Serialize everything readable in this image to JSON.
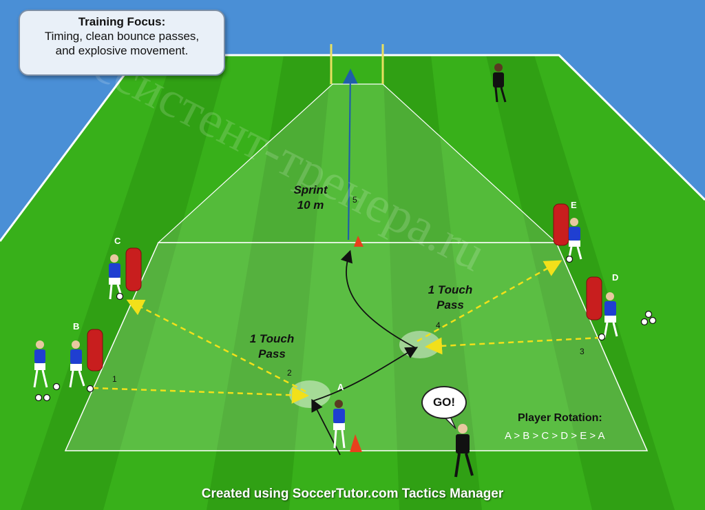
{
  "focus_box": {
    "title": "Training Focus:",
    "line1": "Timing, clean bounce passes,",
    "line2": "and explosive movement."
  },
  "labels": {
    "sprint_line1": "Sprint",
    "sprint_line2": "10 m",
    "one_touch_left_line1": "1 Touch",
    "one_touch_left_line2": "Pass",
    "one_touch_right_line1": "1 Touch",
    "one_touch_right_line2": "Pass",
    "go": "GO!"
  },
  "sequence_numbers": [
    "1",
    "2",
    "3",
    "4",
    "5"
  ],
  "player_letters": [
    "A",
    "B",
    "C",
    "D",
    "E"
  ],
  "rotation": {
    "title": "Player Rotation:",
    "sequence": "A > B > C > D > E > A"
  },
  "credit": "Created using SoccerTutor.com Tactics Manager",
  "watermark": "ассистент-тренера.ru",
  "colors": {
    "grass_dark": "#2e9e12",
    "grass_light": "#45c21f",
    "sky": "#4a8fd6",
    "pass_arrow": "#f2e01a",
    "run_arrow": "#111111",
    "sprint_arrow": "#1f5fa8",
    "player_shirt": "#1f3fd1",
    "mannequin": "#c81e1e",
    "cone": "#e8401c",
    "goal_post": "#e8e060"
  }
}
